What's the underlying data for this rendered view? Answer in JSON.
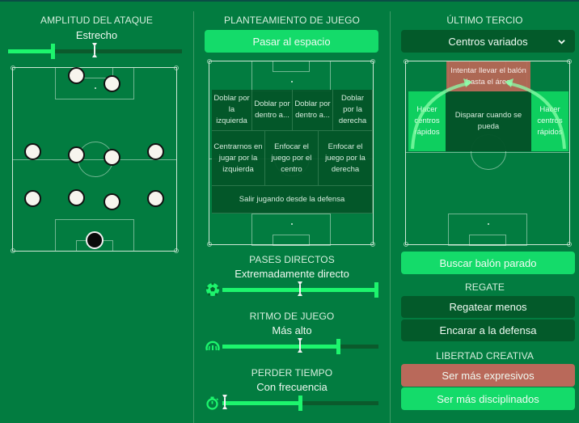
{
  "colors": {
    "background": "#027c40",
    "accent": "#1df56d",
    "button_green": "#14db6a",
    "button_dark": "#035a2a",
    "button_red": "#b9695a"
  },
  "attack_width": {
    "title": "AMPLITUD DEL ATAQUE",
    "value": "Estrecho",
    "slider_fraction": 0.25,
    "default_marker_fraction": 0.5
  },
  "formation": {
    "players": [
      {
        "role": "striker-left"
      },
      {
        "role": "striker-right"
      },
      {
        "role": "left-mid"
      },
      {
        "role": "center-mid-left"
      },
      {
        "role": "center-mid-right"
      },
      {
        "role": "right-mid"
      },
      {
        "role": "left-back"
      },
      {
        "role": "center-back-left"
      },
      {
        "role": "center-back-right"
      },
      {
        "role": "right-back"
      },
      {
        "role": "goalkeeper"
      }
    ]
  },
  "play_style": {
    "title": "PLANTEAMIENTO DE JUEGO",
    "selected_button": "Pasar al espacio",
    "zones_row1": [
      "Doblar por la izquierda",
      "Doblar por dentro a...",
      "Doblar por dentro a...",
      "Doblar por la derecha"
    ],
    "zones_row2": [
      "Centrarnos en jugar por la izquierda",
      "Enfocar el juego por el centro",
      "Enfocar el juego por la derecha"
    ],
    "zones_row3": [
      "Salir jugando desde la defensa"
    ]
  },
  "direct_passing": {
    "title": "PASES DIRECTOS",
    "value": "Extremadamente directo",
    "slider_fraction": 1.0,
    "default_marker_fraction": 0.5,
    "icon": "football-icon"
  },
  "tempo": {
    "title": "RITMO DE JUEGO",
    "value": "Más alto",
    "slider_fraction": 0.75,
    "default_marker_fraction": 0.5,
    "icon": "speedometer-icon"
  },
  "time_wasting": {
    "title": "PERDER TIEMPO",
    "value": "Con frecuencia",
    "slider_fraction": 0.5,
    "default_marker_fraction": 0.0,
    "icon": "stopwatch-icon"
  },
  "final_third": {
    "title": "ÚLTIMO TERCIO",
    "dropdown_value": "Centros variados",
    "zones": {
      "top": "Intentar llevar el balón hasta el área",
      "left": "Hacer centros rápidos",
      "center": "Disparar cuando se pueda",
      "right": "Hacer centros rápidos"
    },
    "set_piece_button": "Buscar balón parado"
  },
  "dribbling": {
    "title": "REGATE",
    "options": [
      "Regatear menos",
      "Encarar a la defensa"
    ]
  },
  "creative_freedom": {
    "title": "LIBERTAD CREATIVA",
    "options": [
      {
        "label": "Ser más expresivos",
        "state": "red"
      },
      {
        "label": "Ser más disciplinados",
        "state": "green"
      }
    ]
  }
}
